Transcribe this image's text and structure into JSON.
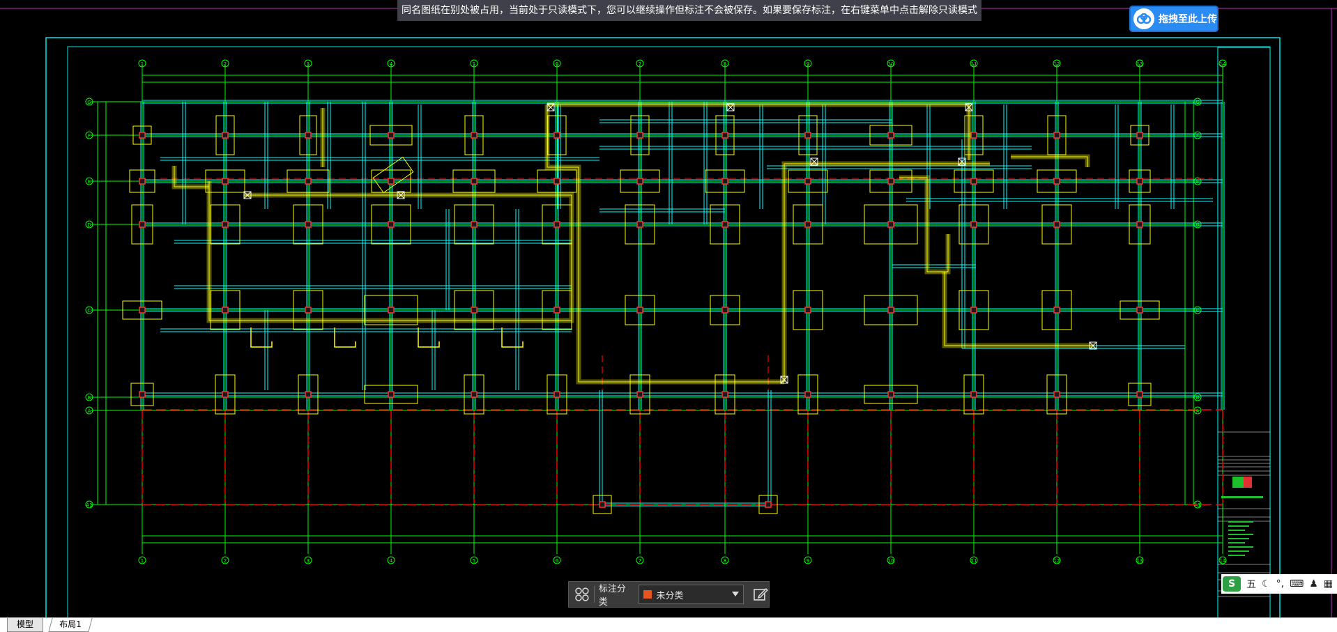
{
  "notice": "同名图纸在别处被占用，当前处于只读模式下，您可以继续操作但标注不会被保存。如果要保存标注，在右键菜单中点击解除只读模式",
  "upload_button": "拖拽至此上传",
  "tag_bar": {
    "label": "标注分类",
    "selected": "未分类"
  },
  "ime": {
    "mode": "五"
  },
  "tabs": [
    "模型",
    "布局1"
  ],
  "axes_top": [
    "1",
    "2",
    "3",
    "4",
    "5",
    "6",
    "7",
    "8",
    "9",
    "10",
    "11",
    "12",
    "13",
    "14"
  ],
  "axes_side": [
    "G",
    "F",
    "E",
    "D",
    "C",
    "B",
    "A",
    "A1"
  ],
  "colors": {
    "grid": "#00ff00",
    "wall": "#00ffff",
    "beam": "#ffff00",
    "hidden": "#ff0000",
    "column": "#ff3030",
    "accent": "#2a8cf3"
  }
}
